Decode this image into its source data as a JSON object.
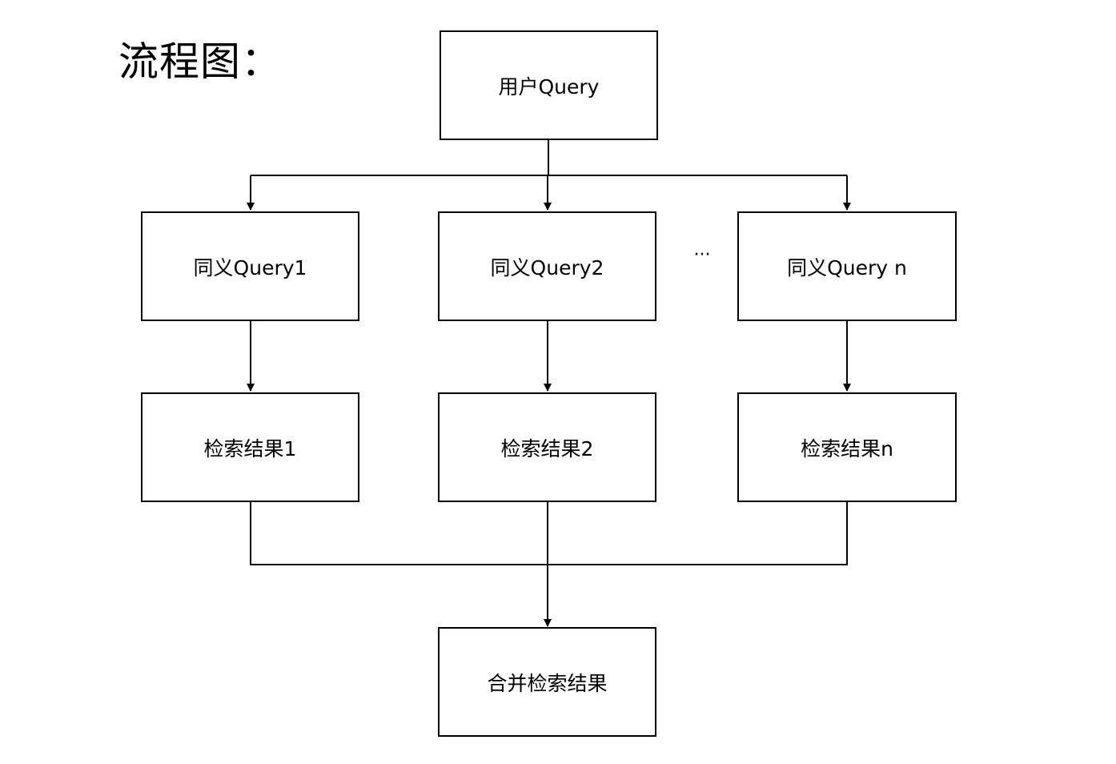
{
  "heading": "流程图：",
  "ellipsis": "···",
  "nodes": {
    "user_query": "用户Query",
    "synonym_1": "同义Query1",
    "synonym_2": "同义Query2",
    "synonym_n": "同义Query n",
    "result_1": "检索结果1",
    "result_2": "检索结果2",
    "result_n": "检索结果n",
    "merge": "合并检索结果"
  },
  "colors": {
    "stroke": "#000000",
    "background": "#ffffff"
  }
}
